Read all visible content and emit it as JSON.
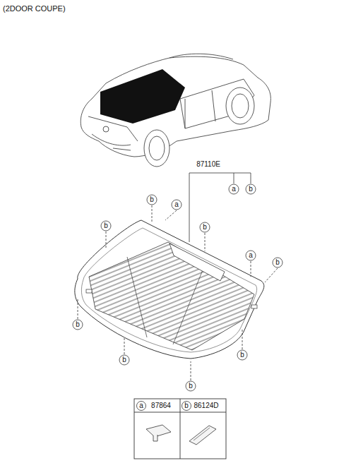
{
  "diagram": {
    "labels": [
      "(2DOOR COUPE)",
      "87110E",
      "a",
      "b",
      "b",
      "a",
      "b",
      "b",
      "a",
      "b",
      "b",
      "b",
      "b",
      "b",
      "a",
      "87864",
      "b",
      "86124D"
    ]
  }
}
